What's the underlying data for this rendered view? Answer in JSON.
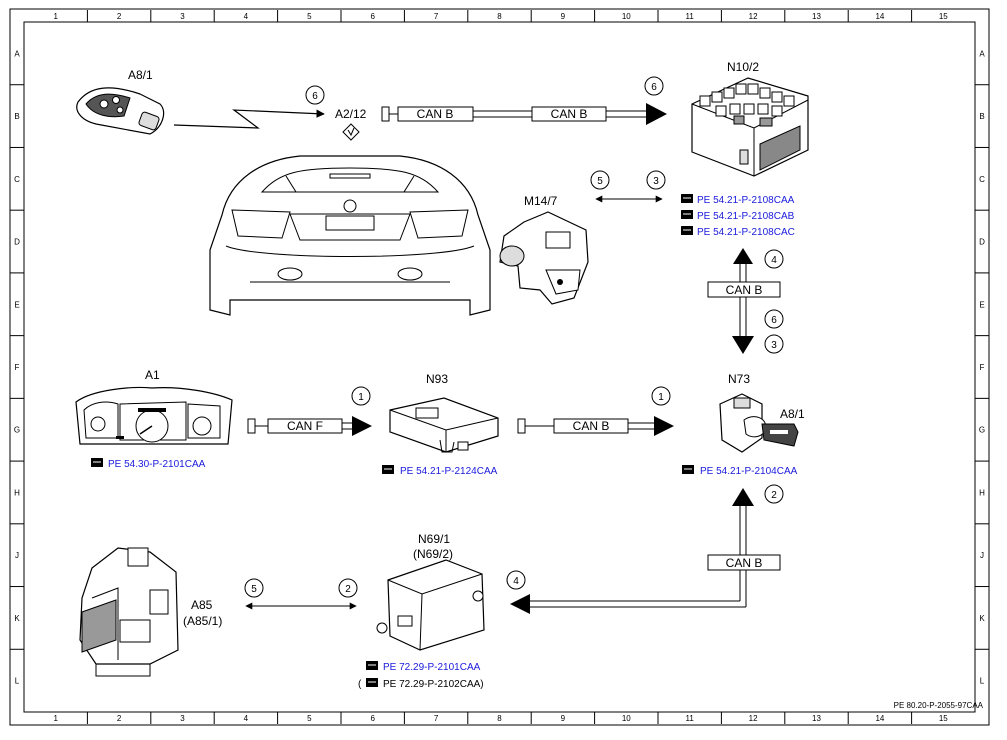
{
  "grid": {
    "columns": [
      "1",
      "2",
      "3",
      "4",
      "5",
      "6",
      "7",
      "8",
      "9",
      "10",
      "11",
      "12",
      "13",
      "14",
      "15"
    ],
    "rows": [
      "A",
      "B",
      "C",
      "D",
      "E",
      "F",
      "G",
      "H",
      "J",
      "K",
      "L"
    ]
  },
  "components": {
    "key_fob": "A8/1",
    "antenna": "A2/12",
    "module_n10": "N10/2",
    "motor": "M14/7",
    "cluster": "A1",
    "module_n93": "N93",
    "module_n73": "N73",
    "key": "A8/1",
    "module_n69": "N69/1",
    "module_n69_alt": "(N69/2)",
    "lock_unit": "A85",
    "lock_unit_alt": "(A85/1)"
  },
  "bus_labels": {
    "top_left": "CAN B",
    "top_right": "CAN B",
    "right_vertical": "CAN B",
    "cluster_bus": "CAN F",
    "n93_bus": "CAN B",
    "bottom_right": "CAN B"
  },
  "steps": {
    "antenna": "6",
    "n10_arrow": "6",
    "motor_left": "5",
    "motor_right": "3",
    "vert_upper": "4",
    "vert_mid": "6",
    "vert_lower": "3",
    "cluster_arrow": "1",
    "n93_arrow": "1",
    "n73_up": "2",
    "n69_arrow": "4",
    "a85_left": "5",
    "a85_right": "2"
  },
  "references": {
    "n10_ref1": "PE 54.21-P-2108CAA",
    "n10_ref2": "PE 54.21-P-2108CAB",
    "n10_ref3": "PE 54.21-P-2108CAC",
    "a1_ref": "PE 54.30-P-2101CAA",
    "n93_ref": "PE 54.21-P-2124CAA",
    "n73_ref": "PE 54.21-P-2104CAA",
    "n69_ref1": "PE 72.29-P-2101CAA",
    "n69_ref2_prefix": "(",
    "n69_ref2": "PE 72.29-P-2102CAA)"
  },
  "footer_code": "PE 80.20-P-2055-97CAA",
  "colors": {
    "link_blue": "#1a1adc",
    "line": "#000000"
  }
}
